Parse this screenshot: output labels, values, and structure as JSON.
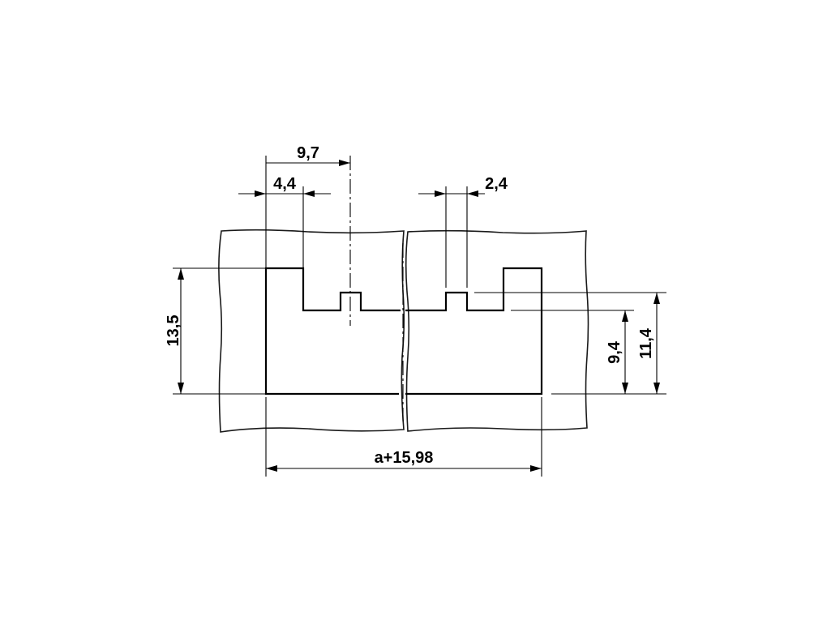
{
  "dimensions": {
    "width_9_7": "9,7",
    "width_4_4": "4,4",
    "width_2_4": "2,4",
    "height_13_5": "13,5",
    "height_9_4": "9,4",
    "height_11_4": "11,4",
    "total_width": "a+15,98"
  }
}
